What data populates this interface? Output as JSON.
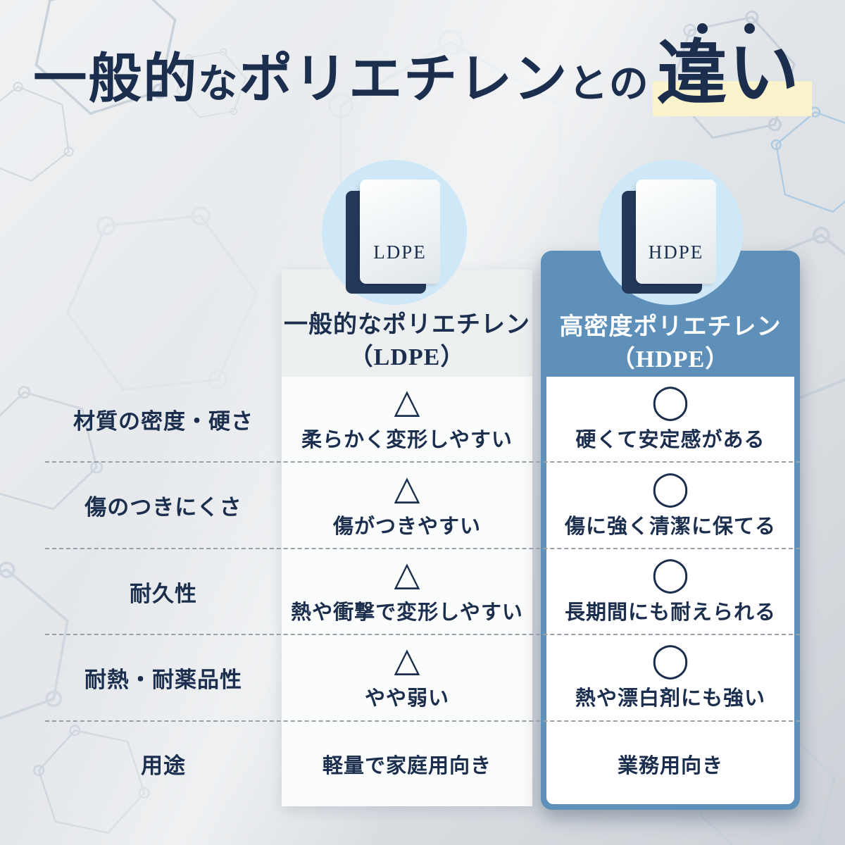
{
  "title": {
    "part1": "一般的",
    "part2": "な",
    "part3": "ポリエチレン",
    "part4": "との",
    "emphasis": "違い"
  },
  "badges": {
    "ldpe": "LDPE",
    "hdpe": "HDPE"
  },
  "columns": {
    "ldpe": {
      "header_line1": "一般的なポリエチレン",
      "header_line2": "（LDPE）"
    },
    "hdpe": {
      "header_line1": "高密度ポリエチレン",
      "header_line2": "（HDPE）"
    }
  },
  "rows": [
    {
      "label": "材質の密度・硬さ",
      "ldpe": {
        "mark": "△",
        "text": "柔らかく変形しやすい"
      },
      "hdpe": {
        "mark": "◯",
        "text": "硬くて安定感がある"
      }
    },
    {
      "label": "傷のつきにくさ",
      "ldpe": {
        "mark": "△",
        "text": "傷がつきやすい"
      },
      "hdpe": {
        "mark": "◯",
        "text": "傷に強く清潔に保てる"
      }
    },
    {
      "label": "耐久性",
      "ldpe": {
        "mark": "△",
        "text": "熱や衝撃で変形しやすい"
      },
      "hdpe": {
        "mark": "◯",
        "text": "長期間にも耐えられる"
      }
    },
    {
      "label": "耐熱・耐薬品性",
      "ldpe": {
        "mark": "△",
        "text": "やや弱い"
      },
      "hdpe": {
        "mark": "◯",
        "text": "熱や漂白剤にも強い"
      }
    },
    {
      "label": "用途",
      "ldpe": {
        "mark": "",
        "text": "軽量で家庭用向き"
      },
      "hdpe": {
        "mark": "",
        "text": "業務用向き"
      }
    }
  ],
  "colors": {
    "navy": "#1b2e4e",
    "header_blue": "#5e90ba",
    "circle_blue": "#cfe8f7",
    "highlight_yellow": "#faf3cb",
    "ldpe_panel_gray": "#ebeeef",
    "dashed_line": "#98a1ab"
  }
}
